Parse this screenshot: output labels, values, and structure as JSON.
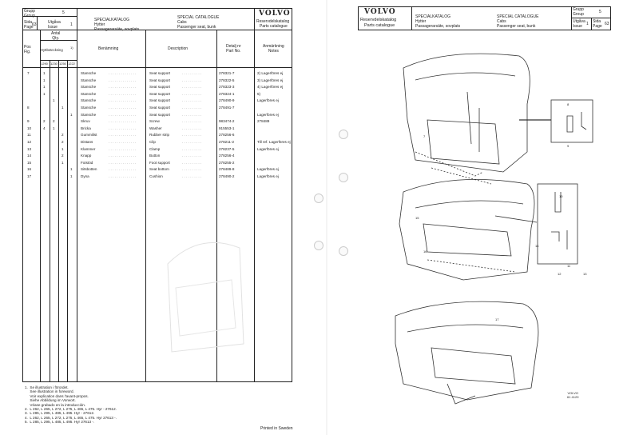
{
  "left_page": {
    "header": {
      "group_label": "Grupp\nGroup",
      "group_value": "5",
      "page_label": "Sida\nPage",
      "page_value": "63",
      "issue_label": "Utgåva\nIssue",
      "issue_value": "1",
      "catalog_sv": "SPECIALKATALOG\nHytter\nPassagerarsäte, sovplats",
      "catalog_en": "SPECIAL CATALOGUE\nCabs\nPassenger seat, bunk",
      "brand": "VOLVO",
      "brand_sub1": "Reservdelskatalog",
      "brand_sub2": "Parts catalogue"
    },
    "columns": {
      "pos": "Pos\nFig.",
      "qty": "Antal\nQty.",
      "model": "Hyttbeteckning",
      "model_note": "1)",
      "models": [
        "1290",
        "1230",
        "1250",
        "1222"
      ],
      "name_sv": "Benämning",
      "name_en": "Description",
      "part": "Detalj nr\nPart No.",
      "notes": "Anmärkning\nNotes"
    },
    "rows": [
      {
        "pos": "7",
        "q": [
          "1",
          "",
          "",
          ""
        ],
        "sv": "Stansche",
        "en": "Seat support",
        "part": "278321-7",
        "note": "2)  Lagerföres ej"
      },
      {
        "pos": "",
        "q": [
          "1",
          "",
          "",
          ""
        ],
        "sv": "Stansche",
        "en": "Seat support",
        "part": "278322-5",
        "note": "3)  Lagerföres ej"
      },
      {
        "pos": "",
        "q": [
          "1",
          "",
          "",
          ""
        ],
        "sv": "Stansche",
        "en": "Seat support",
        "part": "278323-3",
        "note": "4)  Lagerföres ej"
      },
      {
        "pos": "",
        "q": [
          "1",
          "",
          "",
          ""
        ],
        "sv": "Stansche",
        "en": "Seat support",
        "part": "278324-1",
        "note": "5)"
      },
      {
        "pos": "",
        "q": [
          "",
          "1",
          "",
          ""
        ],
        "sv": "Stansche",
        "en": "Seat support",
        "part": "278490-9",
        "note": "Lagerföres ej"
      },
      {
        "pos": "8",
        "q": [
          "",
          "",
          "1",
          ""
        ],
        "sv": "Stansche",
        "en": "Seat support",
        "part": "278491-7",
        "note": ""
      },
      {
        "pos": "",
        "q": [
          "",
          "",
          "",
          "1"
        ],
        "sv": "Stansche",
        "en": "Seat support",
        "part": "",
        "note": "Lagerföres ej"
      },
      {
        "pos": "9",
        "q": [
          "2",
          "2",
          "",
          ""
        ],
        "sv": "Skruv",
        "en": "Screw",
        "part": "983474-2",
        "note": "278489"
      },
      {
        "pos": "10",
        "q": [
          "4",
          "1",
          "",
          ""
        ],
        "sv": "Bricka",
        "en": "Washer",
        "part": "915553-1",
        "note": ""
      },
      {
        "pos": "11",
        "q": [
          "",
          "",
          "2",
          ""
        ],
        "sv": "Gummilist",
        "en": "Rubber strip",
        "part": "278256-6",
        "note": ""
      },
      {
        "pos": "12",
        "q": [
          "",
          "",
          "2",
          ""
        ],
        "sv": "Distans",
        "en": "Clip",
        "part": "278211-2",
        "note": "Till ref.  Lagerföres ej"
      },
      {
        "pos": "13",
        "q": [
          "",
          "",
          "1",
          ""
        ],
        "sv": "Klammer",
        "en": "Clamp",
        "part": "278237-5",
        "note": "Lagerföres ej"
      },
      {
        "pos": "14",
        "q": [
          "",
          "",
          "2",
          ""
        ],
        "sv": "Knapp",
        "en": "Button",
        "part": "278256-4",
        "note": ""
      },
      {
        "pos": "15",
        "q": [
          "",
          "",
          "1",
          ""
        ],
        "sv": "Fotstöd",
        "en": "Foot support",
        "part": "278255-2",
        "note": ""
      },
      {
        "pos": "16",
        "q": [
          "",
          "",
          "",
          "1"
        ],
        "sv": "Sitsbotten",
        "en": "Seat bottom",
        "part": "278489-8",
        "note": "Lagerföres ej"
      },
      {
        "pos": "17",
        "q": [
          "",
          "",
          "",
          "1"
        ],
        "sv": "Dyna",
        "en": "Cushion",
        "part": "278490-2",
        "note": "Lagerföres ej"
      }
    ],
    "footnotes": [
      "1.  Se illustration i förordet.",
      "     See illustration in foreword.",
      "     Voir explication dans l'avant-propos.",
      "     Siehe Abbildung im Vorwort.",
      "     Véase grabado en la introducción.",
      "2.  L 262, L 265, L 272, L 275, L 465, L 475. Hyr - 27612.",
      "3.  L 285, L 295, L 485, L 495. Hyr - 27612.",
      "4.  L 262, L 265, L 272, L 275, L 465, L 475. Hyr 27613 -.",
      "5.  L 285, L 295, L 485, L 495. Hyr 27613 -."
    ],
    "printed": "Printed in Sweden"
  },
  "right_page": {
    "header": {
      "brand": "VOLVO",
      "brand_sub1": "Reservdelskatalog",
      "brand_sub2": "Parts catalogue",
      "catalog_sv": "SPECIALKATALOG\nHytter\nPassagerarsäte, sovplats",
      "catalog_en": "SPECIAL CATALOGUE\nCabs\nPassenger seat, bunk",
      "group_label": "Grupp\nGroup",
      "group_value": "5",
      "issue_label": "Utgåva\nIssue",
      "issue_value": "1",
      "page_label": "Sida\nPage",
      "page_value": "63"
    },
    "callouts": [
      "7",
      "8",
      "9",
      "10",
      "11",
      "12",
      "13",
      "14",
      "15",
      "16",
      "17"
    ],
    "figure_code": "VOLVO\n61 4129"
  }
}
